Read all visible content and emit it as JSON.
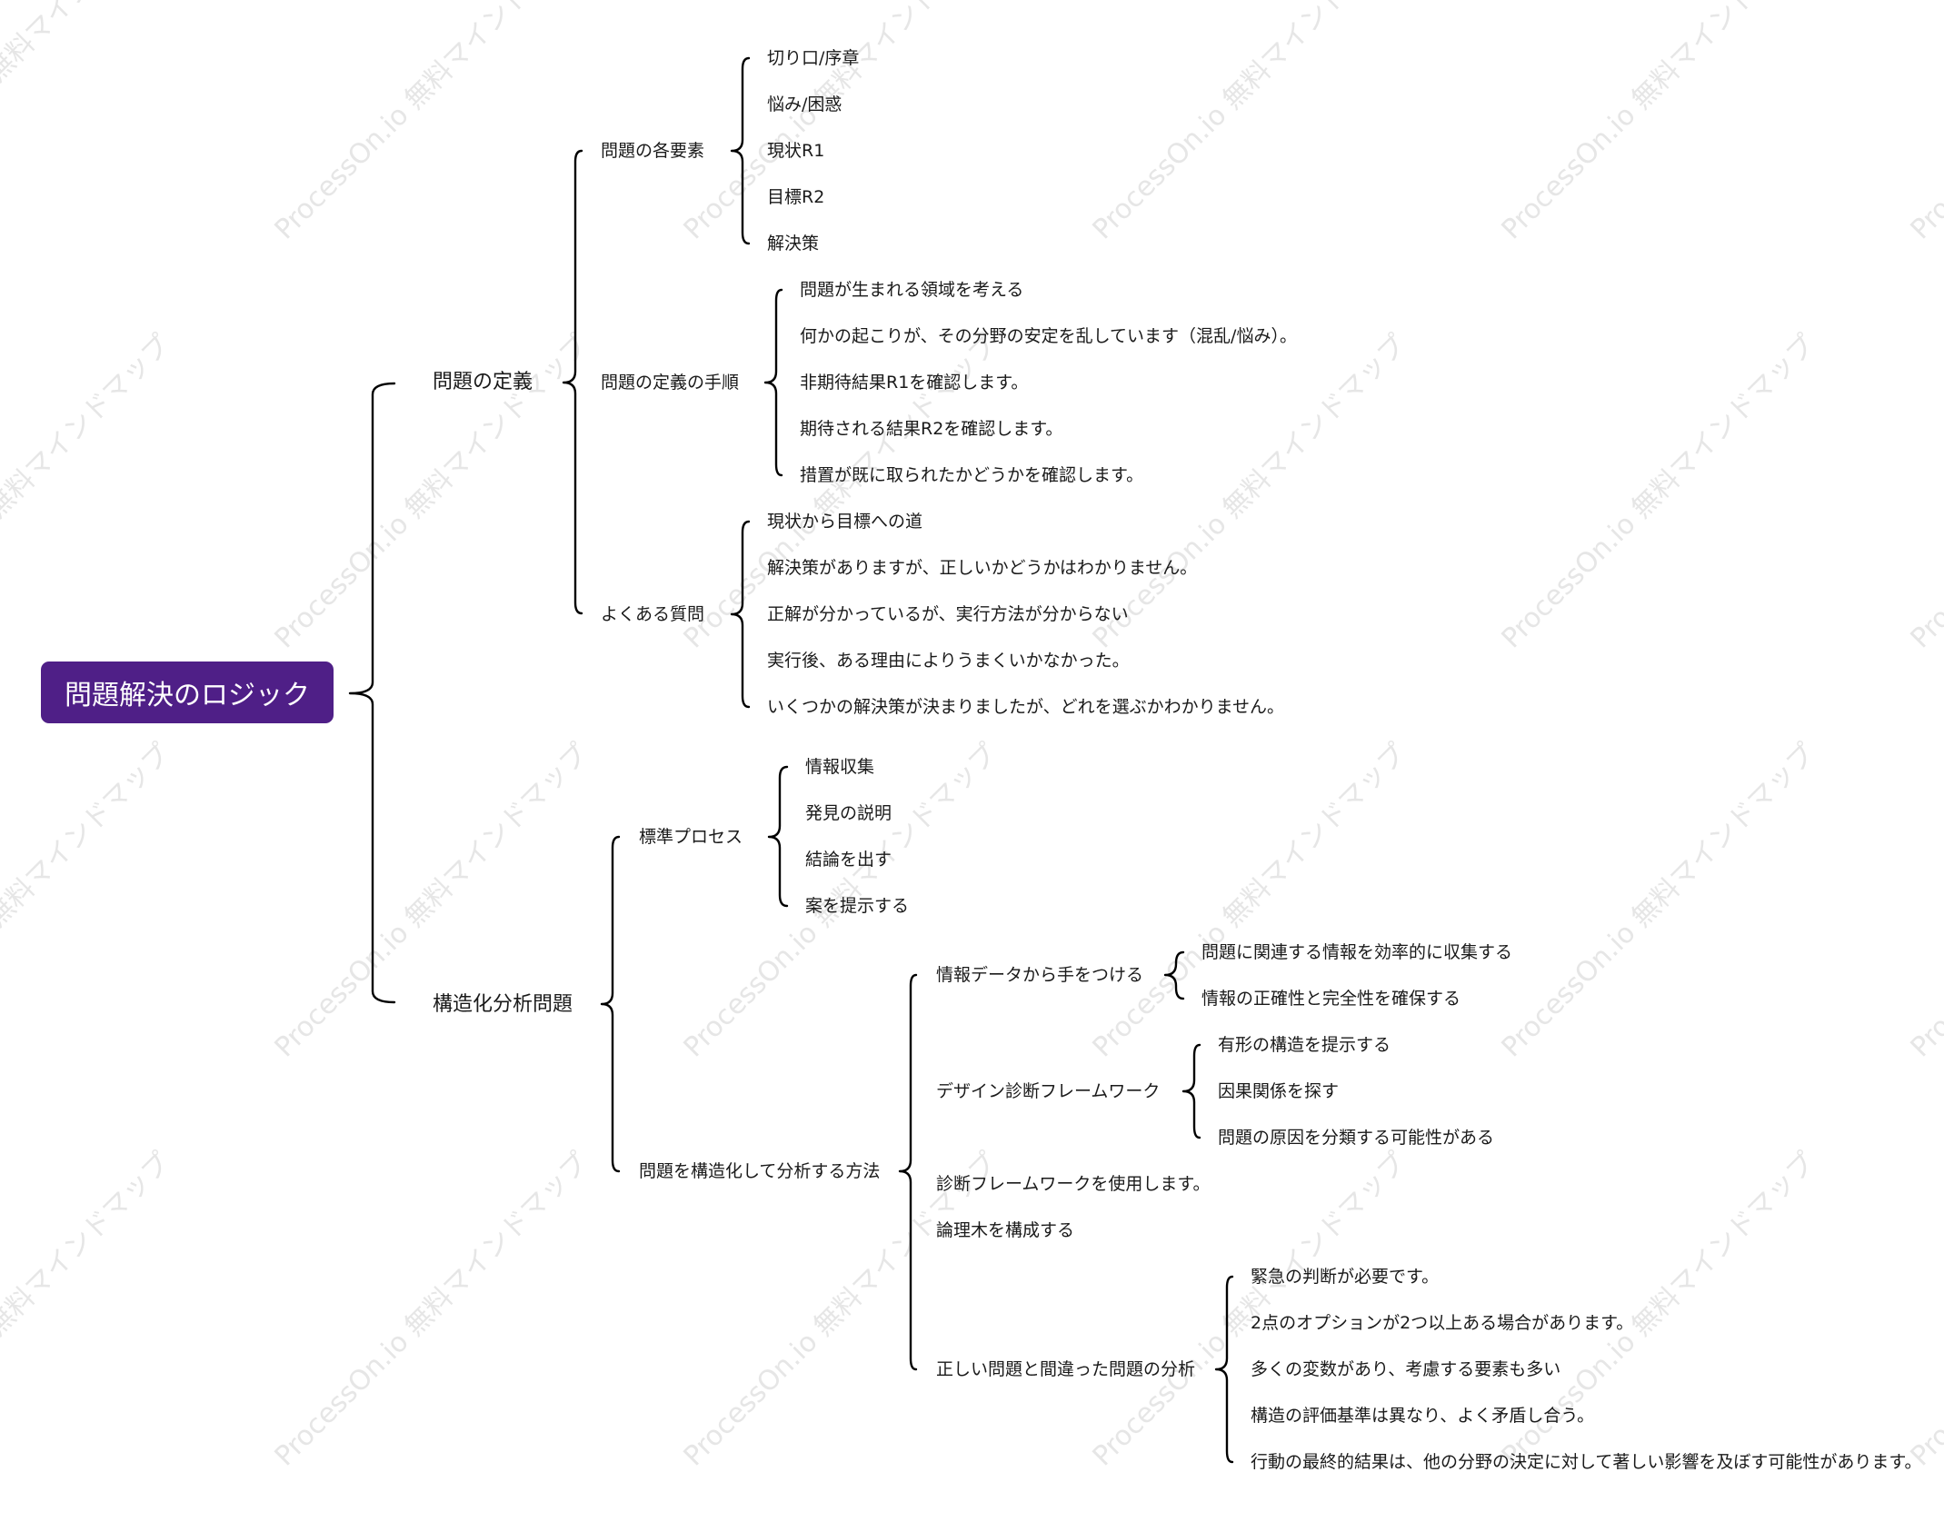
{
  "watermark": {
    "text": "ProcessOn.io 無料マインドマップ"
  },
  "mindmap": {
    "root": {
      "label": "問題解決のロジック",
      "color": "#4f1f87"
    },
    "problem_definition": {
      "label": "問題の定義",
      "elements": {
        "label": "問題の各要素",
        "items": [
          "切り口/序章",
          "悩み/困惑",
          "現状R1",
          "目標R2",
          "解決策"
        ]
      },
      "procedure": {
        "label": "問題の定義の手順",
        "items": [
          "問題が生まれる領域を考える",
          "何かの起こりが、その分野の安定を乱しています（混乱/悩み）。",
          "非期待結果R1を確認します。",
          "期待される結果R2を確認します。",
          "措置が既に取られたかどうかを確認します。"
        ]
      },
      "faq": {
        "label": "よくある質問",
        "items": [
          "現状から目標への道",
          "解決策がありますが、正しいかどうかはわかりません。",
          "正解が分かっているが、実行方法が分からない",
          "実行後、ある理由によりうまくいかなかった。",
          "いくつかの解決策が決まりましたが、どれを選ぶかわかりません。"
        ]
      }
    },
    "structured_analysis": {
      "label": "構造化分析問題",
      "standard_process": {
        "label": "標準プロセス",
        "items": [
          "情報収集",
          "発見の説明",
          "結論を出す",
          "案を提示する"
        ]
      },
      "method": {
        "label": "問題を構造化して分析する方法",
        "data_start": {
          "label": "情報データから手をつける",
          "items": [
            "問題に関連する情報を効率的に収集する",
            "情報の正確性と完全性を確保する"
          ]
        },
        "design_framework": {
          "label": "デザイン診断フレームワーク",
          "items": [
            "有形の構造を提示する",
            "因果関係を探す",
            "問題の原因を分類する可能性がある"
          ]
        },
        "use_framework": {
          "label": "診断フレームワークを使用します。"
        },
        "logic_tree": {
          "label": "論理木を構成する"
        },
        "right_wrong": {
          "label": "正しい問題と間違った問題の分析",
          "items": [
            "緊急の判断が必要です。",
            "2点のオプションが2つ以上ある場合があります。",
            "多くの変数があり、考慮する要素も多い",
            "構造の評価基準は異なり、よく矛盾し合う。",
            "行動の最終的結果は、他の分野の決定に対して著しい影響を及ぼす可能性があります。"
          ]
        }
      }
    }
  }
}
